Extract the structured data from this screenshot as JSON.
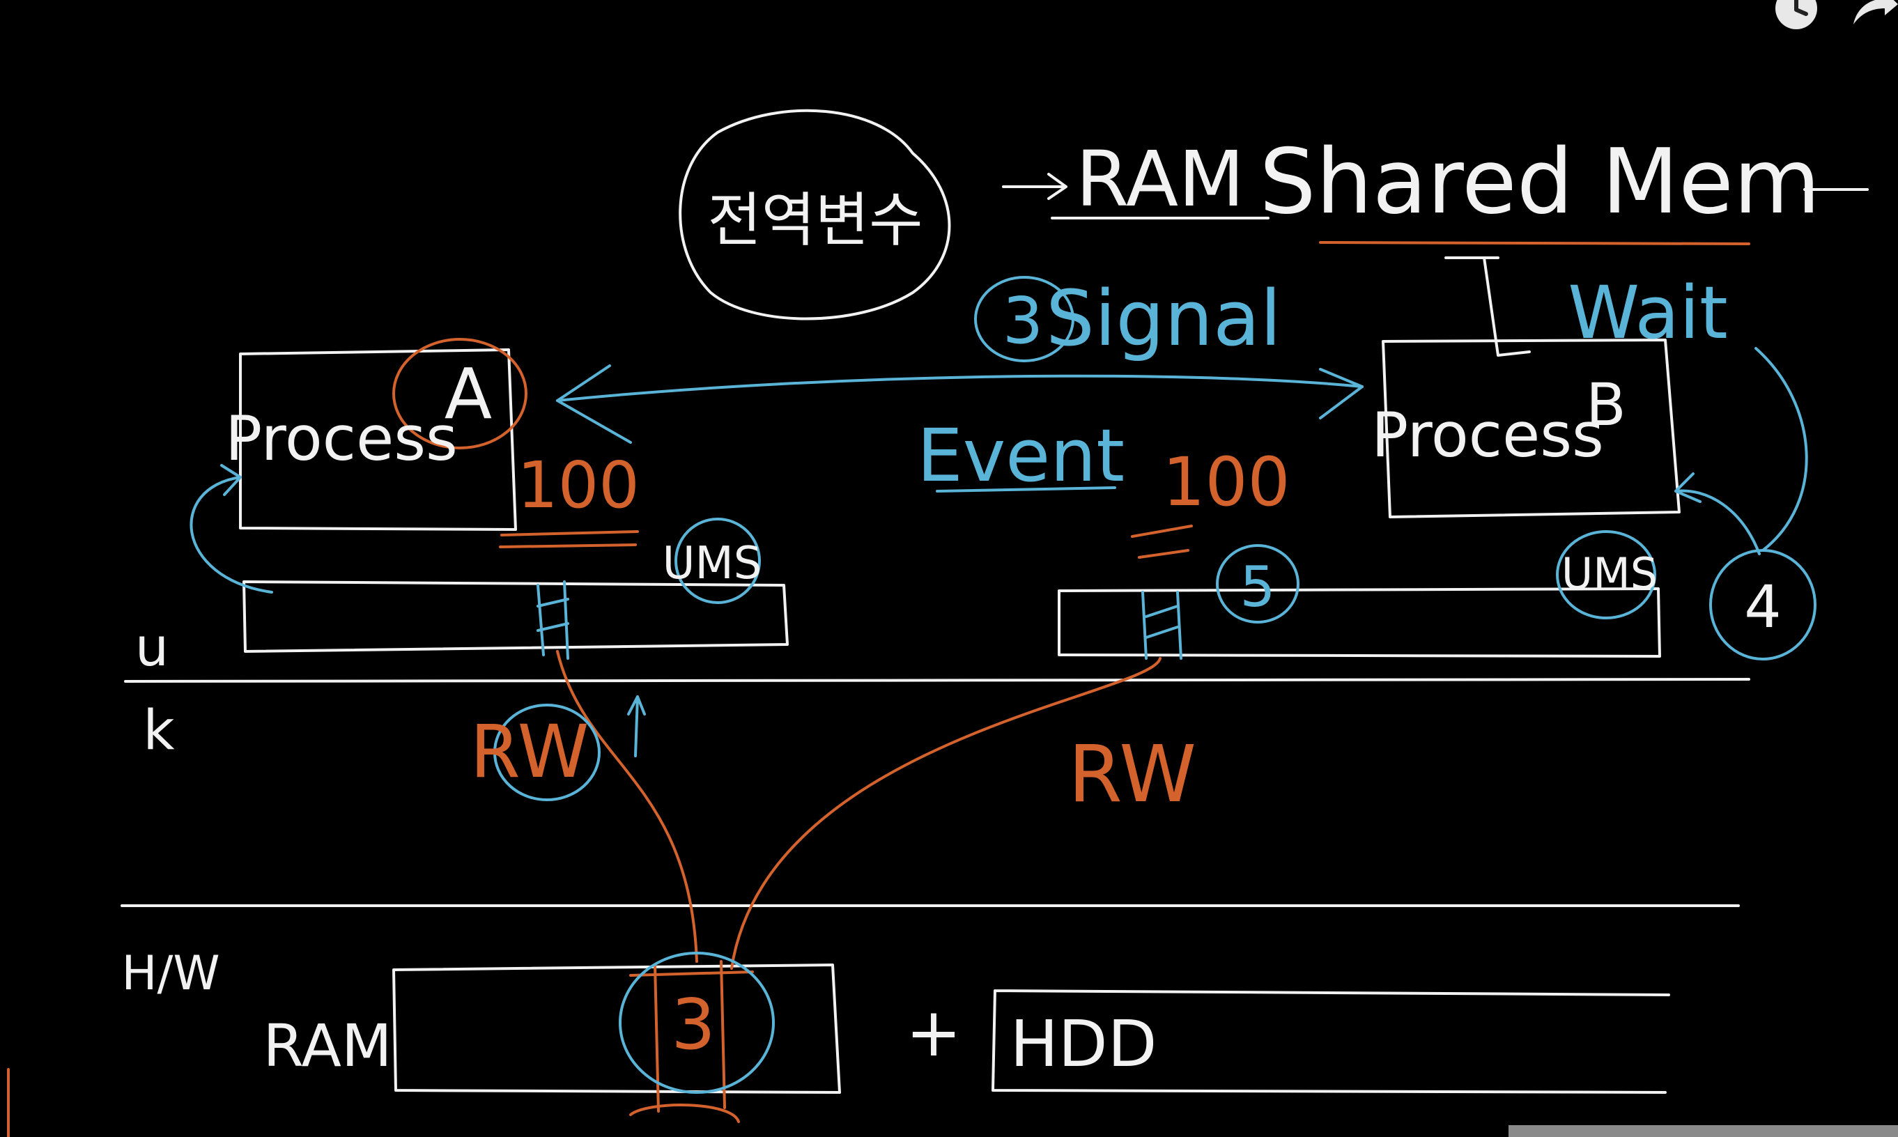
{
  "colors": {
    "background": "#000000",
    "chalk": "#f2f2f2",
    "blue": "#5ab4d8",
    "orange": "#d4622c"
  },
  "labels": {
    "global_var": "전역변수",
    "ram_top": "RAM",
    "shared_mem": "Shared Mem",
    "signal": "Signal",
    "signal_num": "3",
    "wait": "Wait",
    "event": "Event",
    "process_a": "Process",
    "process_a_tag": "A",
    "process_b": "Process",
    "process_b_tag": "B",
    "value_a": "100",
    "value_b": "100",
    "ums_a": "UMS",
    "ums_b": "UMS",
    "step_4": "4",
    "step_5": "5",
    "step_3": "3",
    "rw_left": "RW",
    "rw_right": "RW",
    "layer_user": "u",
    "layer_kernel": "k",
    "layer_hw": "H/W",
    "ram_bottom": "RAM",
    "plus": "+",
    "hdd": "HDD"
  },
  "icons": {
    "clock": "clock-icon",
    "share": "share-arrow-icon"
  }
}
